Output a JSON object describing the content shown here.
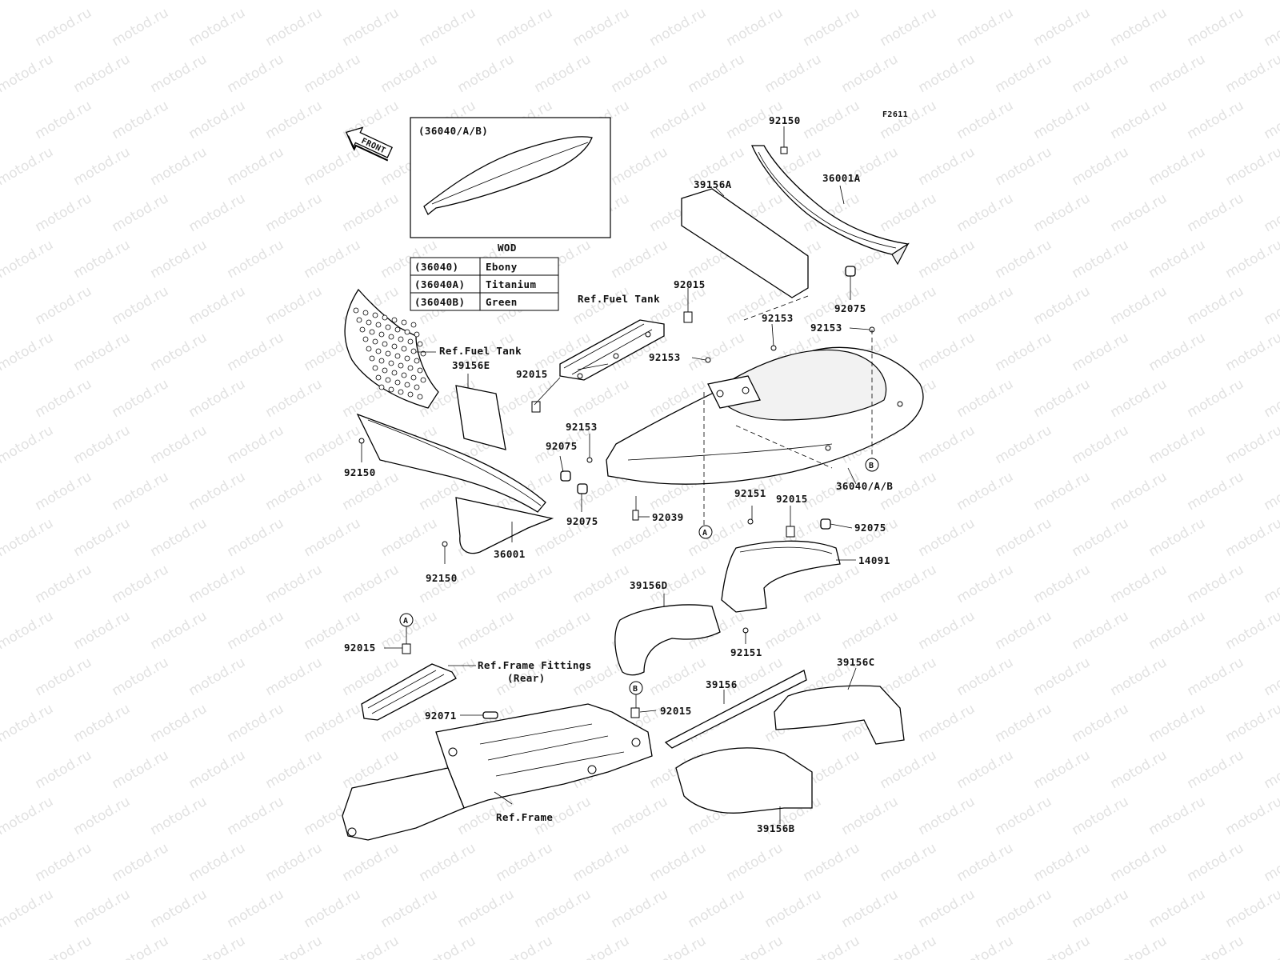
{
  "figure_code": "F2611",
  "front_arrow": "FRONT",
  "watermark": "motod.ru",
  "inset": {
    "title": "(36040/A/B)",
    "table_header": "WOD",
    "rows": [
      {
        "code": "(36040)",
        "color": "Ebony"
      },
      {
        "code": "(36040A)",
        "color": "Titanium"
      },
      {
        "code": "(36040B)",
        "color": "Green"
      }
    ]
  },
  "callouts": {
    "c92150_top": "92150",
    "c39156A": "39156A",
    "c36001A": "36001A",
    "c92075_a": "92075",
    "c92015_a": "92015",
    "c92153_a": "92153",
    "c92153_b": "92153",
    "c92153_c": "92153",
    "c92153_d": "92153",
    "ref_fuel_tank_1": "Ref.Fuel Tank",
    "ref_fuel_tank_2": "Ref.Fuel Tank",
    "c39156E": "39156E",
    "c92015_b": "92015",
    "c92075_b": "92075",
    "c92075_c": "92075",
    "c92150_a": "92150",
    "c92150_b": "92150",
    "c36001": "36001",
    "c92039": "92039",
    "c36040AB": "36040/A/B",
    "c92151_a": "92151",
    "c92151_b": "92151",
    "c92015_c": "92015",
    "c92075_d": "92075",
    "c14091": "14091",
    "c39156D": "39156D",
    "c92015_d": "92015",
    "ref_frame_fittings": "Ref.Frame Fittings",
    "ref_frame_fittings_sub": "(Rear)",
    "c92071": "92071",
    "c92015_e": "92015",
    "ref_frame": "Ref.Frame",
    "c39156": "39156",
    "c39156C": "39156C",
    "c39156B": "39156B"
  },
  "markers": {
    "a1": "A",
    "a2": "A",
    "b1": "B",
    "b2": "B"
  }
}
